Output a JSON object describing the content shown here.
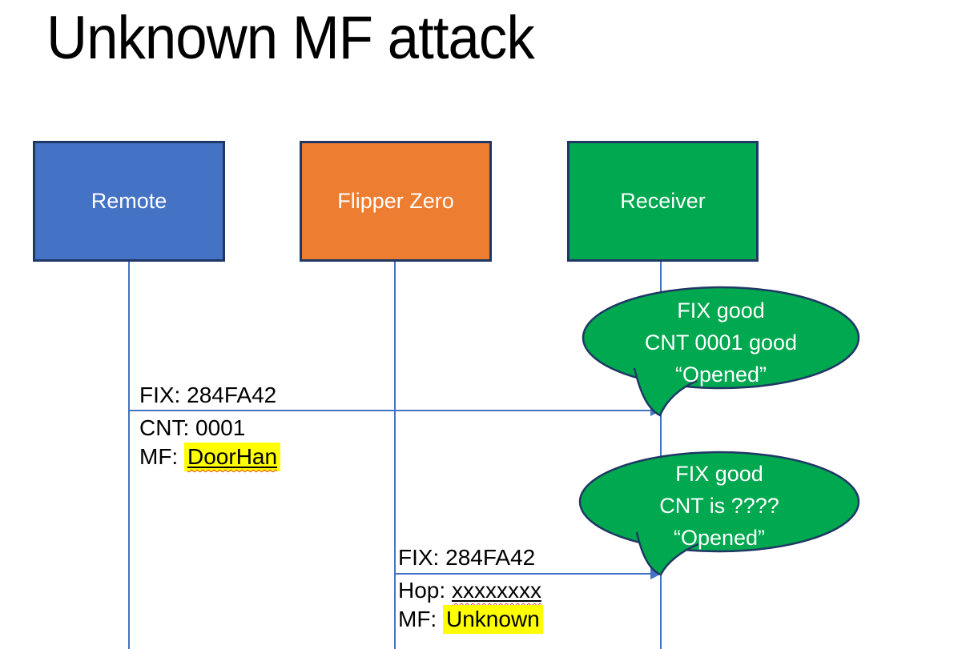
{
  "slide": {
    "title": "Unknown MF attack"
  },
  "actors": [
    {
      "id": "remote",
      "label": "Remote",
      "color": "#4472C4"
    },
    {
      "id": "flipper-zero",
      "label": "Flipper Zero",
      "color": "#ED7D31"
    },
    {
      "id": "receiver",
      "label": "Receiver",
      "color": "#00A84F"
    }
  ],
  "messages": {
    "m1": {
      "fix": "FIX: 284FA42",
      "cnt": "CNT: 0001",
      "mf_label": "MF: ",
      "mf_value": "DoorHan"
    },
    "m2": {
      "fix": "FIX: 284FA42",
      "hop_label": "Hop: ",
      "hop_value": "xxxxxxxx",
      "mf_label": "MF: ",
      "mf_value": "Unknown"
    }
  },
  "callouts": {
    "c1": {
      "line1": "FIX good",
      "line2": "CNT 0001 good",
      "line3": "“Opened”"
    },
    "c2": {
      "line1": "FIX good",
      "line2": "CNT is ????",
      "line3": "“Opened”"
    }
  },
  "colors": {
    "actor_border": "#1F3864",
    "line_blue": "#4472C4",
    "bubble_fill": "#00A84F",
    "bubble_border": "#1F3864",
    "highlight": "#FFFF00",
    "spell_squiggle": "#E03C31"
  }
}
